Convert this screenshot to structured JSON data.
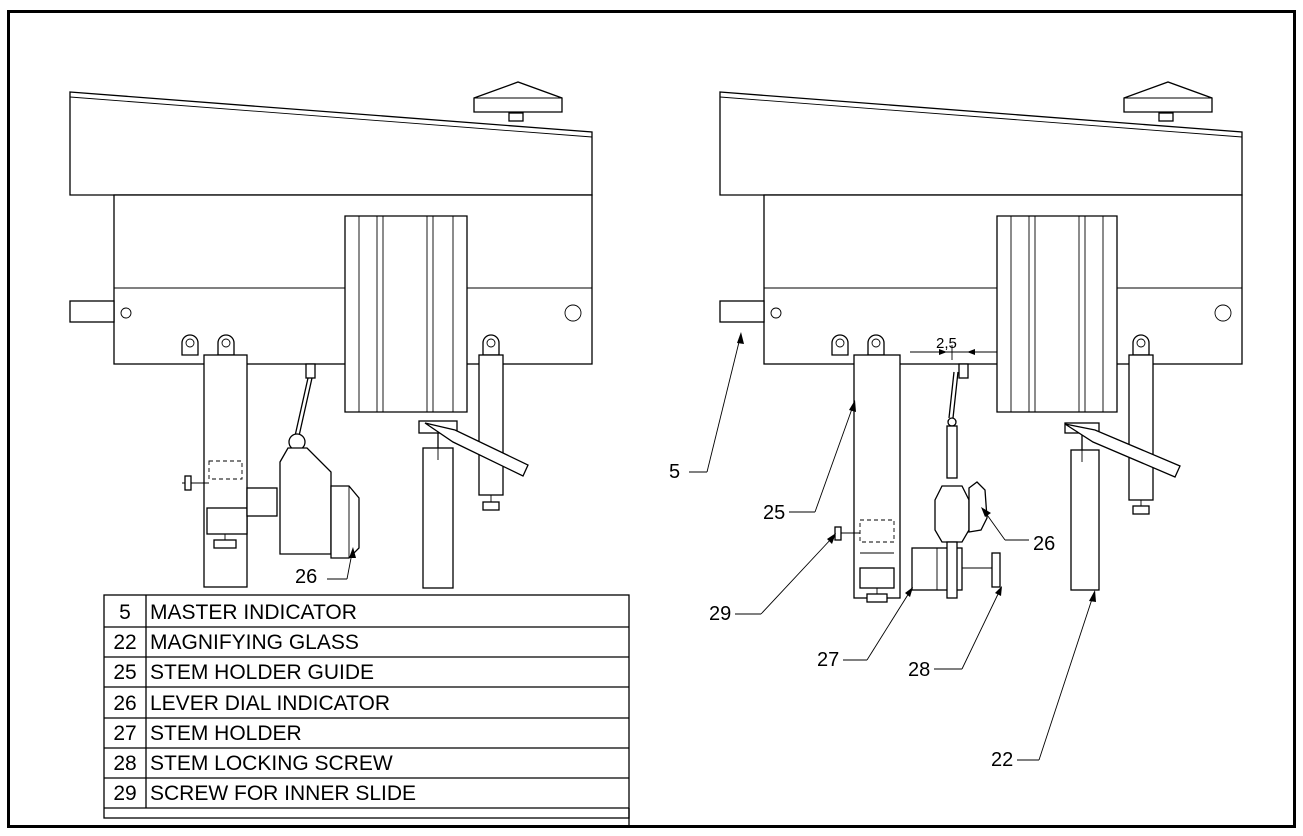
{
  "parts_table": [
    {
      "num": "5",
      "name": "MASTER INDICATOR"
    },
    {
      "num": "22",
      "name": "MAGNIFYING GLASS"
    },
    {
      "num": "25",
      "name": "STEM HOLDER GUIDE"
    },
    {
      "num": "26",
      "name": "LEVER DIAL INDICATOR"
    },
    {
      "num": "27",
      "name": "STEM HOLDER"
    },
    {
      "num": "28",
      "name": "STEM LOCKING SCREW"
    },
    {
      "num": "29",
      "name": "SCREW FOR INNER SLIDE"
    }
  ],
  "left_view": {
    "callout_26": "26"
  },
  "right_view": {
    "dimension": "2,5",
    "callout_5": "5",
    "callout_25": "25",
    "callout_26": "26",
    "callout_29": "29",
    "callout_27": "27",
    "callout_28": "28",
    "callout_22": "22"
  }
}
